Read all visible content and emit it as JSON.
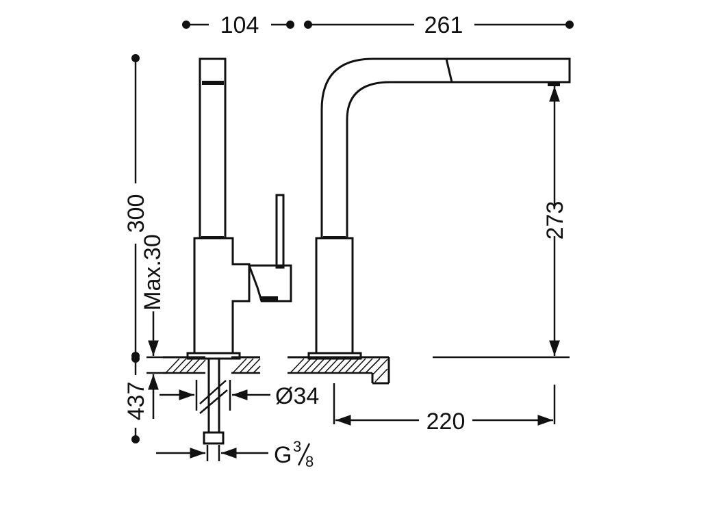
{
  "drawing": {
    "dimensions": {
      "side_width": "104",
      "reach_top": "261",
      "total_height": "300",
      "max_thickness": "Max.30",
      "spout_height": "273",
      "hose_length": "437",
      "hole_diameter": "Ø34",
      "spout_reach": "220",
      "connection_thread": "G",
      "thread_numerator": "3",
      "thread_denominator": "8"
    }
  }
}
